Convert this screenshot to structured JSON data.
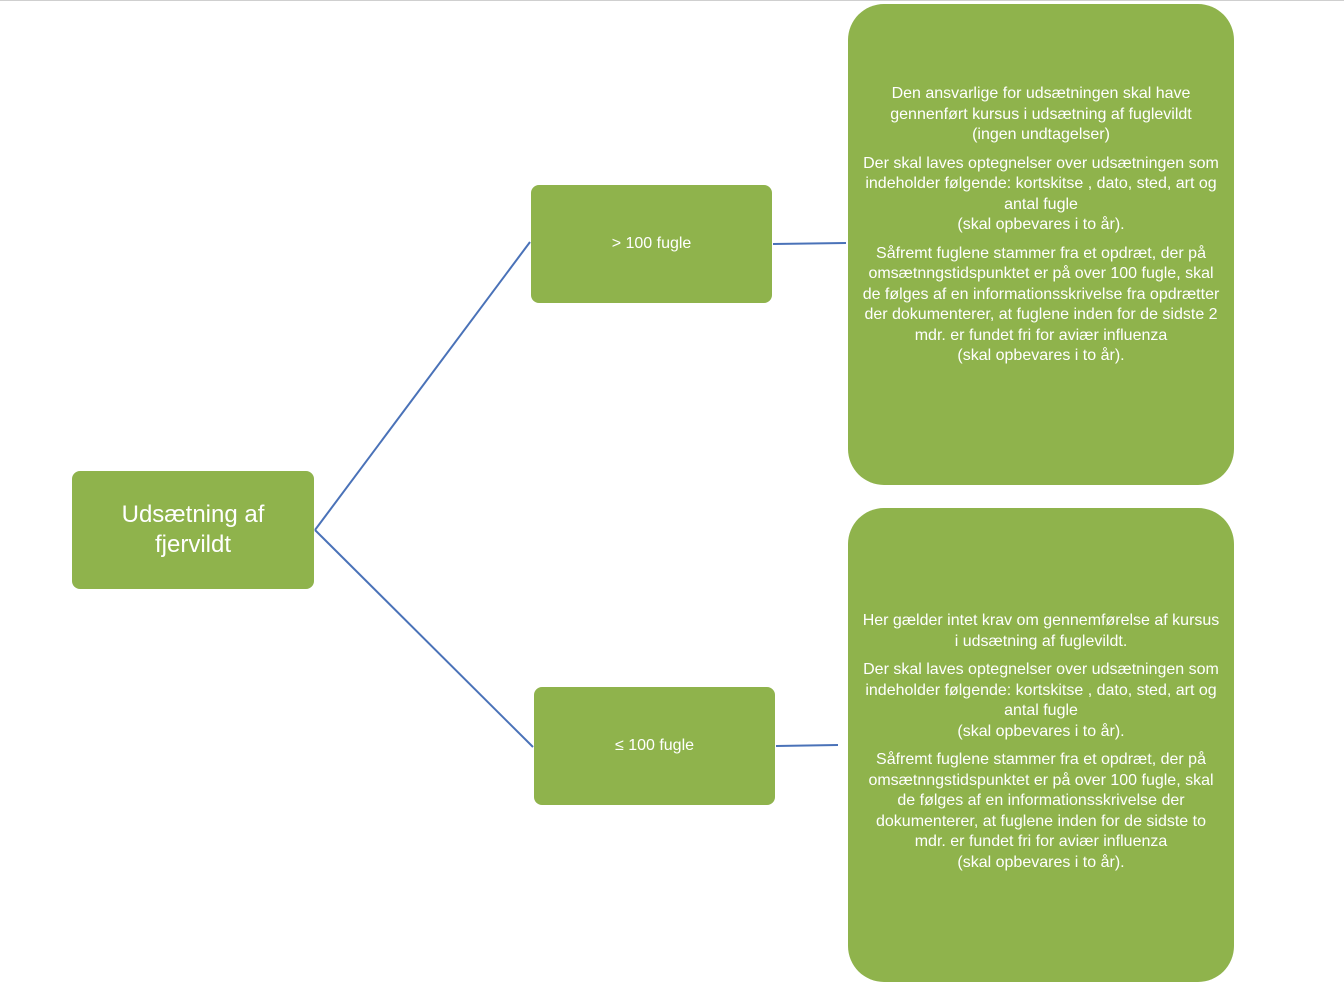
{
  "colors": {
    "box_fill": "#8fb34c",
    "connector": "#4a72b8",
    "text": "#ffffff"
  },
  "root": {
    "label": "Udsætning af fjervildt"
  },
  "branches": [
    {
      "label": "> 100 fugle",
      "details": [
        "Den ansvarlige for udsætningen skal have gennenført kursus i udsætning af fuglevildt\n(ingen undtagelser)",
        "Der skal laves optegnelser over udsætningen som indeholder følgende: kortskitse , dato, sted, art og antal  fugle\n(skal opbevares i to år).",
        "Såfremt fuglene stammer fra et opdræt, der på omsætnngstidspunktet er på  over 100 fugle, skal de følges af en informationsskrivelse fra opdrætter der dokumenterer, at fuglene inden for de sidste 2 mdr. er fundet fri for aviær influenza\n(skal opbevares i to år)."
      ]
    },
    {
      "label": "≤ 100 fugle",
      "details": [
        "Her gælder intet krav om gennemførelse af kursus i udsætning af fuglevildt.",
        "Der skal laves optegnelser over udsætningen som indeholder følgende: kortskitse , dato, sted, art og antal  fugle\n(skal opbevares i to år).",
        "Såfremt fuglene stammer fra et opdræt, der på omsætnngstidspunktet er på  over 100 fugle, skal  de følges af en informationsskrivelse der dokumenterer, at fuglene inden for de sidste to mdr. er fundet fri for aviær influenza\n(skal opbevares i to år)."
      ]
    }
  ]
}
